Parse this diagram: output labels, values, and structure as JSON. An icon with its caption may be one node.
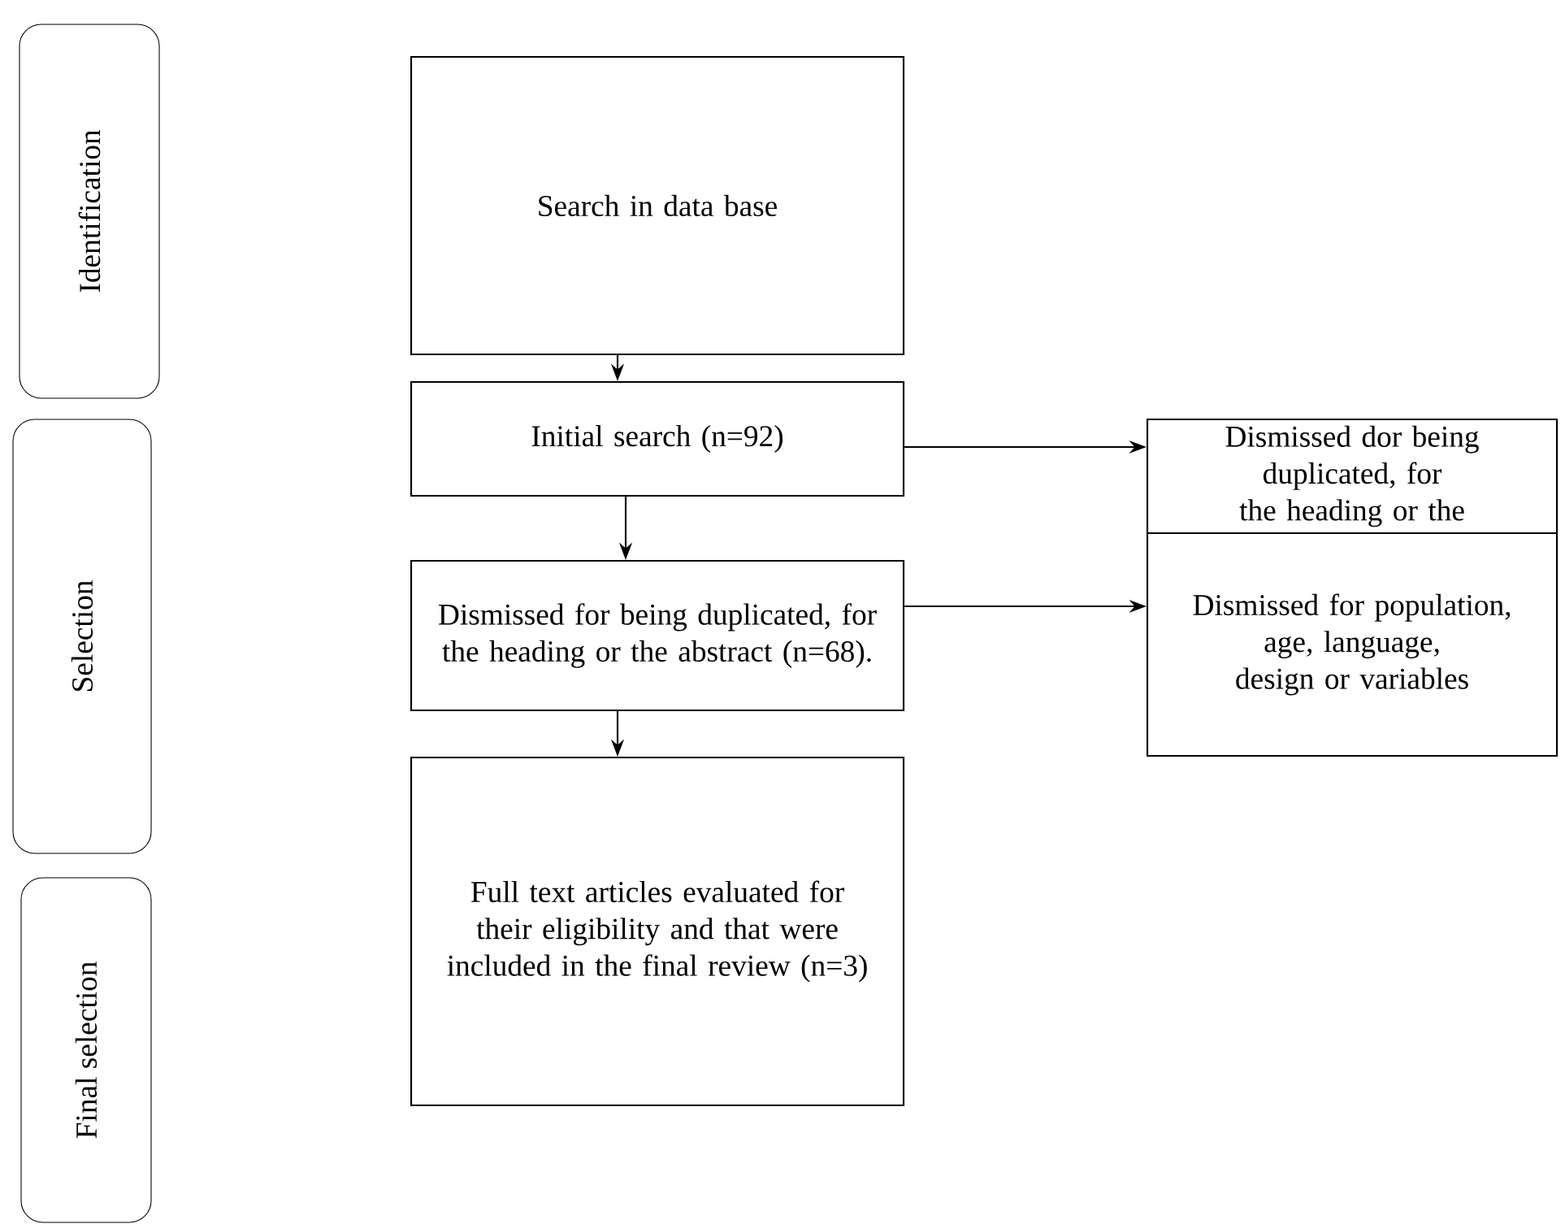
{
  "diagram": {
    "nodes": [
      {
        "text": [
          "Identification"
        ]
      },
      {
        "text": [
          "Selection"
        ]
      },
      {
        "text": [
          "Final selection"
        ]
      },
      {
        "text": [
          "Search in data base"
        ]
      },
      {
        "text": [
          "Initial search (n=92)"
        ]
      },
      {
        "text": [
          "Dismissed dor being duplicated, for the heading or the"
        ]
      },
      {
        "text": [
          "Dismissed for being duplicated, for the heading or the abstract (n=68)."
        ]
      },
      {
        "text": [
          "Dismissed for population, age, language, design or variables"
        ]
      },
      {
        "text": [
          "Full text articles evaluated for their eligibility and that were included in the final review (n=3)"
        ]
      }
    ],
    "edges": [
      {
        "from": 3,
        "to": 4,
        "arrow": "to"
      },
      {
        "from": 4,
        "to": 5,
        "arrow": "to"
      },
      {
        "from": 4,
        "to": 6,
        "arrow": "to"
      },
      {
        "from": 6,
        "to": 7,
        "arrow": "to"
      },
      {
        "from": 6,
        "to": 8,
        "arrow": "to"
      }
    ]
  }
}
